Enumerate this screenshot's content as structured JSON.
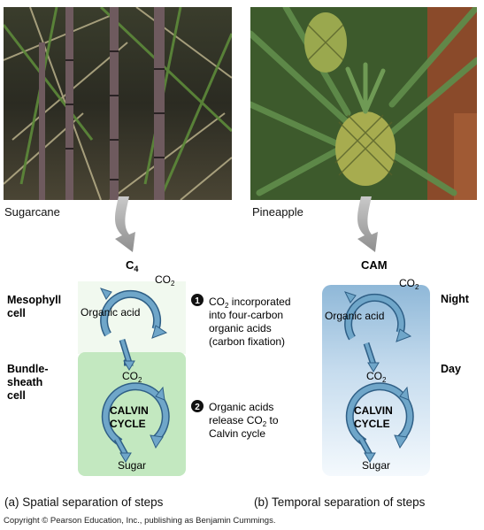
{
  "photos": {
    "left_caption": "Sugarcane",
    "right_caption": "Pineapple"
  },
  "c4": {
    "heading_main": "C",
    "heading_sub": "4",
    "mesophyll_label_1": "Mesophyll",
    "mesophyll_label_2": "cell",
    "bundle_label_1": "Bundle-",
    "bundle_label_2": "sheath",
    "bundle_label_3": "cell",
    "co2_top_main": "CO",
    "co2_top_sub": "2",
    "organic_acid": "Organic acid",
    "co2_mid_main": "CO",
    "co2_mid_sub": "2",
    "calvin_1": "CALVIN",
    "calvin_2": "CYCLE",
    "sugar": "Sugar",
    "caption": "(a) Spatial separation of steps"
  },
  "steps": {
    "step1_number": "1",
    "step1_line1_main": "CO",
    "step1_line1_sub": "2",
    "step1_line1_rest": " incorporated",
    "step1_line2": "into four-carbon",
    "step1_line3": "organic acids",
    "step1_line4": "(carbon fixation)",
    "step2_number": "2",
    "step2_line1": "Organic acids",
    "step2_line2_main": "release CO",
    "step2_line2_sub": "2",
    "step2_line2_rest": " to",
    "step2_line3": "Calvin cycle"
  },
  "cam": {
    "heading": "CAM",
    "night_label": "Night",
    "day_label": "Day",
    "co2_top_main": "CO",
    "co2_top_sub": "2",
    "organic_acid": "Organic acid",
    "co2_mid_main": "CO",
    "co2_mid_sub": "2",
    "calvin_1": "CALVIN",
    "calvin_2": "CYCLE",
    "sugar": "Sugar",
    "caption": "(b) Temporal separation of steps"
  },
  "copyright": "Copyright © Pearson Education, Inc., publishing as Benjamin Cummings.",
  "colors": {
    "cycle_arrow": "#6fa6c9",
    "cycle_arrow_edge": "#2f5f86",
    "bundle_sheath": "#c3e8c0",
    "mesophyll": "#f1f9ef",
    "cam_top": "#8fb8d8",
    "cam_bottom": "#f4f9fd",
    "pointer_arrow": "#a9a9a9"
  }
}
